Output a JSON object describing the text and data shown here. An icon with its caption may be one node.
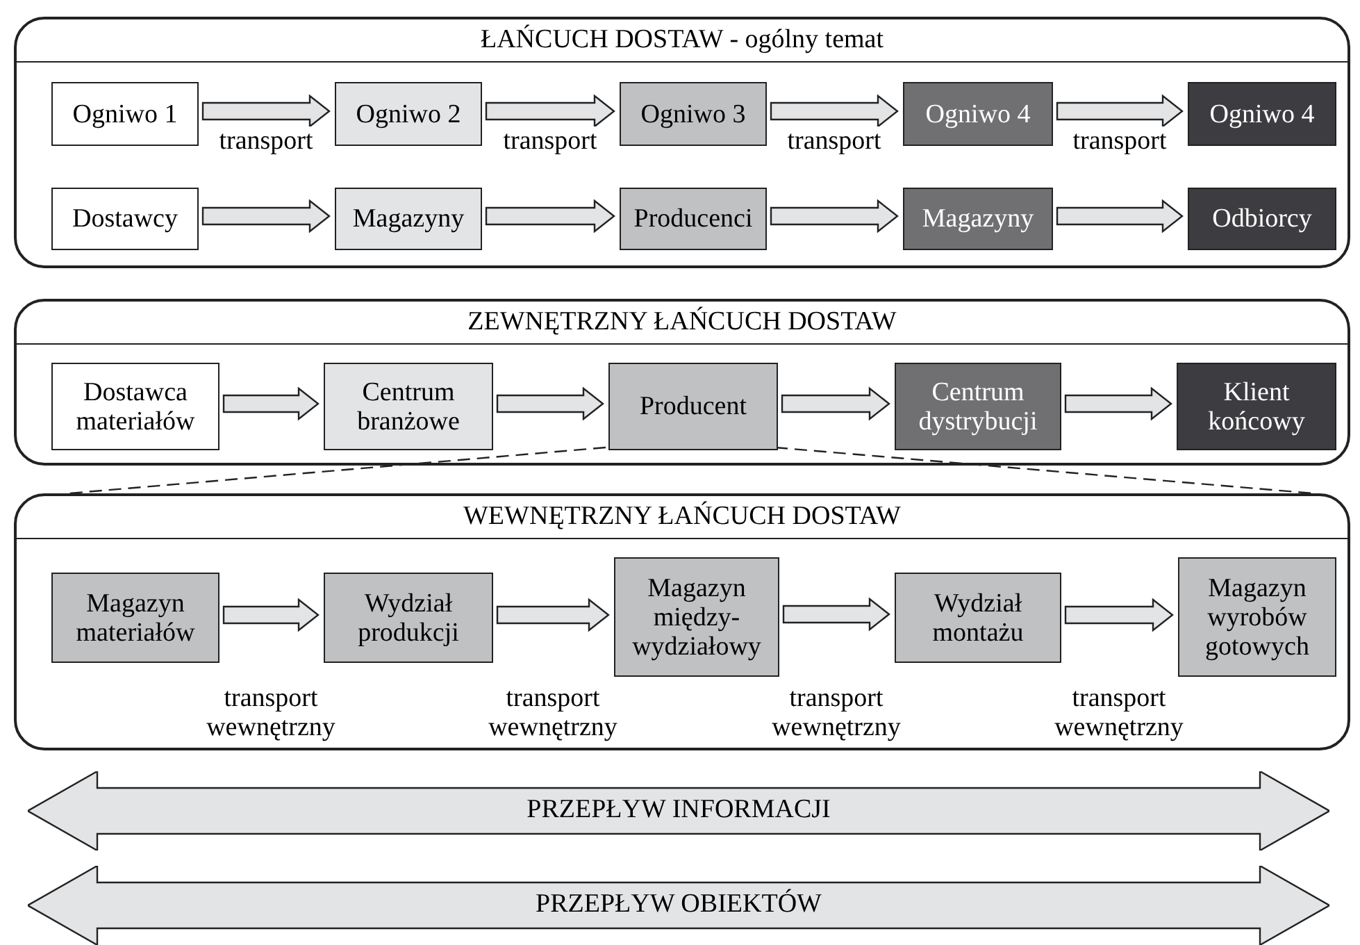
{
  "diagram": {
    "nodes": [
      {
        "text": [
          "ŁAŃCUCH DOSTAW - ogólny temat"
        ]
      },
      {
        "text": [
          "Ogniwo 1"
        ],
        "in": 0
      },
      {
        "text": [
          "Ogniwo 2"
        ],
        "in": 0
      },
      {
        "text": [
          "Ogniwo 3"
        ],
        "in": 0
      },
      {
        "text": [
          "Ogniwo 4"
        ],
        "in": 0
      },
      {
        "text": [
          "Ogniwo 4"
        ],
        "in": 0
      },
      {
        "text": [
          "Dostawcy"
        ],
        "in": 0
      },
      {
        "text": [
          "Magazyny"
        ],
        "in": 0
      },
      {
        "text": [
          "Producenci"
        ],
        "in": 0
      },
      {
        "text": [
          "Magazyny"
        ],
        "in": 0
      },
      {
        "text": [
          "Odbiorcy"
        ],
        "in": 0
      },
      {
        "text": [
          "ZEWNĘTRZNY ŁAŃCUCH DOSTAW"
        ]
      },
      {
        "text": [
          "Dostawca materiałów"
        ],
        "in": 11
      },
      {
        "text": [
          "Centrum branżowe"
        ],
        "in": 11
      },
      {
        "text": [
          "Producent"
        ],
        "in": 11
      },
      {
        "text": [
          "Centrum dystrybucji"
        ],
        "in": 11
      },
      {
        "text": [
          "Klient końcowy"
        ],
        "in": 11
      },
      {
        "text": [
          "WEWNĘTRZNY ŁAŃCUCH DOSTAW"
        ]
      },
      {
        "text": [
          "Magazyn materiałów"
        ],
        "in": 17
      },
      {
        "text": [
          "Wydział produkcji"
        ],
        "in": 17
      },
      {
        "text": [
          "Magazyn między-wydziałowy"
        ],
        "in": 17
      },
      {
        "text": [
          "Wydział montażu"
        ],
        "in": 17
      },
      {
        "text": [
          "Magazyn wyrobów gotowych"
        ],
        "in": 17
      },
      {
        "text": [
          "PRZEPŁYW INFORMACJI"
        ]
      },
      {
        "text": [
          "PRZEPŁYW OBIEKTÓW"
        ]
      }
    ],
    "edges": [
      {
        "from": 1,
        "to": 2,
        "arrow": "to",
        "label": "transport"
      },
      {
        "from": 2,
        "to": 3,
        "arrow": "to",
        "label": "transport"
      },
      {
        "from": 3,
        "to": 4,
        "arrow": "to",
        "label": "transport"
      },
      {
        "from": 4,
        "to": 5,
        "arrow": "to",
        "label": "transport"
      },
      {
        "from": 6,
        "to": 7,
        "arrow": "to"
      },
      {
        "from": 7,
        "to": 8,
        "arrow": "to"
      },
      {
        "from": 8,
        "to": 9,
        "arrow": "to"
      },
      {
        "from": 9,
        "to": 10,
        "arrow": "to"
      },
      {
        "from": 12,
        "to": 13,
        "arrow": "to"
      },
      {
        "from": 13,
        "to": 14,
        "arrow": "to"
      },
      {
        "from": 14,
        "to": 15,
        "arrow": "to"
      },
      {
        "from": 15,
        "to": 16,
        "arrow": "to"
      },
      {
        "from": 18,
        "to": 19,
        "arrow": "to",
        "label": "transport wewnętrzny"
      },
      {
        "from": 19,
        "to": 20,
        "arrow": "to",
        "label": "transport wewnętrzny"
      },
      {
        "from": 20,
        "to": 21,
        "arrow": "to",
        "label": "transport wewnętrzny"
      },
      {
        "from": 21,
        "to": 22,
        "arrow": "to",
        "label": "transport wewnętrzny"
      },
      {
        "from": 14,
        "to": 17,
        "arrow": "none",
        "style": "dashed"
      },
      {
        "from": 14,
        "to": 17,
        "arrow": "none",
        "style": "dashed"
      }
    ]
  }
}
